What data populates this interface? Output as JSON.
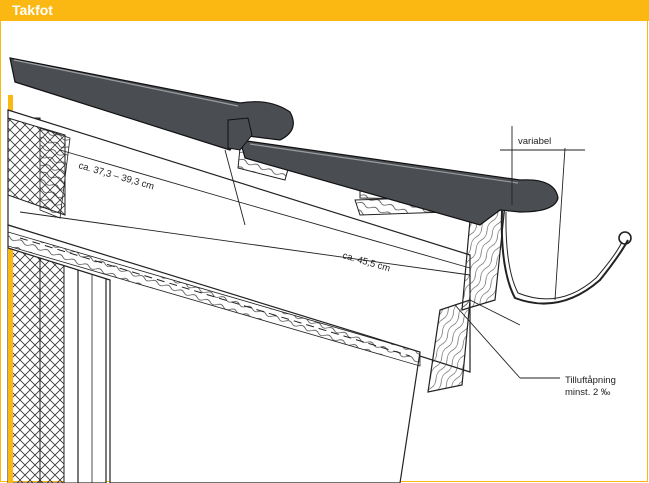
{
  "header": {
    "title": "Takfot"
  },
  "colors": {
    "header_bg": "#fcb812",
    "tile": "#4a4d52",
    "line": "#1a1a1a"
  },
  "dimensions": {
    "batten_gauge": "ca. 37,3 – 39,3 cm",
    "bottom_gauge": "ca. 45,5 cm",
    "variable_label": "variabel"
  },
  "annotation": {
    "line1": "Tilluftåpning",
    "line2": "minst. 2 ‰"
  }
}
